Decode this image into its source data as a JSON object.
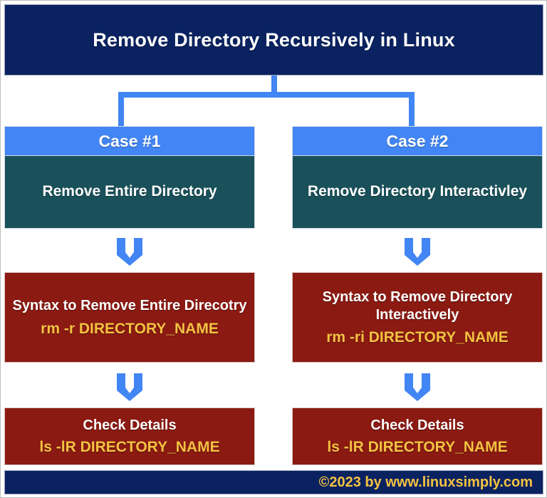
{
  "diagram": {
    "title": "Remove Directory Recursively in Linux",
    "footer": "©2023 by www.linuxsimply.com",
    "colors": {
      "title_bar": "#0a2260",
      "case_header": "#4285f4",
      "case_body": "#19505a",
      "command_box": "#8b1a12",
      "command_text": "#f5c242",
      "connector": "#4285f4",
      "footer_bar": "#0a2260",
      "footer_text": "#f5c242",
      "page_background": "#ffffff"
    },
    "connector": {
      "name": "split-connector",
      "style": "inverted-t-bracket"
    },
    "branches": [
      {
        "case_label": "Case #1",
        "case_description": "Remove Entire Directory",
        "arrow_1": "down-arrow-icon",
        "syntax_title": "Syntax to Remove Entire Direcotry",
        "syntax_command": "rm -r DIRECTORY_NAME",
        "arrow_2": "down-arrow-icon",
        "check_title": "Check Details",
        "check_command": "ls -lR DIRECTORY_NAME"
      },
      {
        "case_label": "Case #2",
        "case_description": "Remove Directory Interactivley",
        "arrow_1": "down-arrow-icon",
        "syntax_title": "Syntax to Remove Directory Interactively",
        "syntax_command": "rm -ri DIRECTORY_NAME",
        "arrow_2": "down-arrow-icon",
        "check_title": "Check Details",
        "check_command": "ls -lR DIRECTORY_NAME"
      }
    ]
  }
}
